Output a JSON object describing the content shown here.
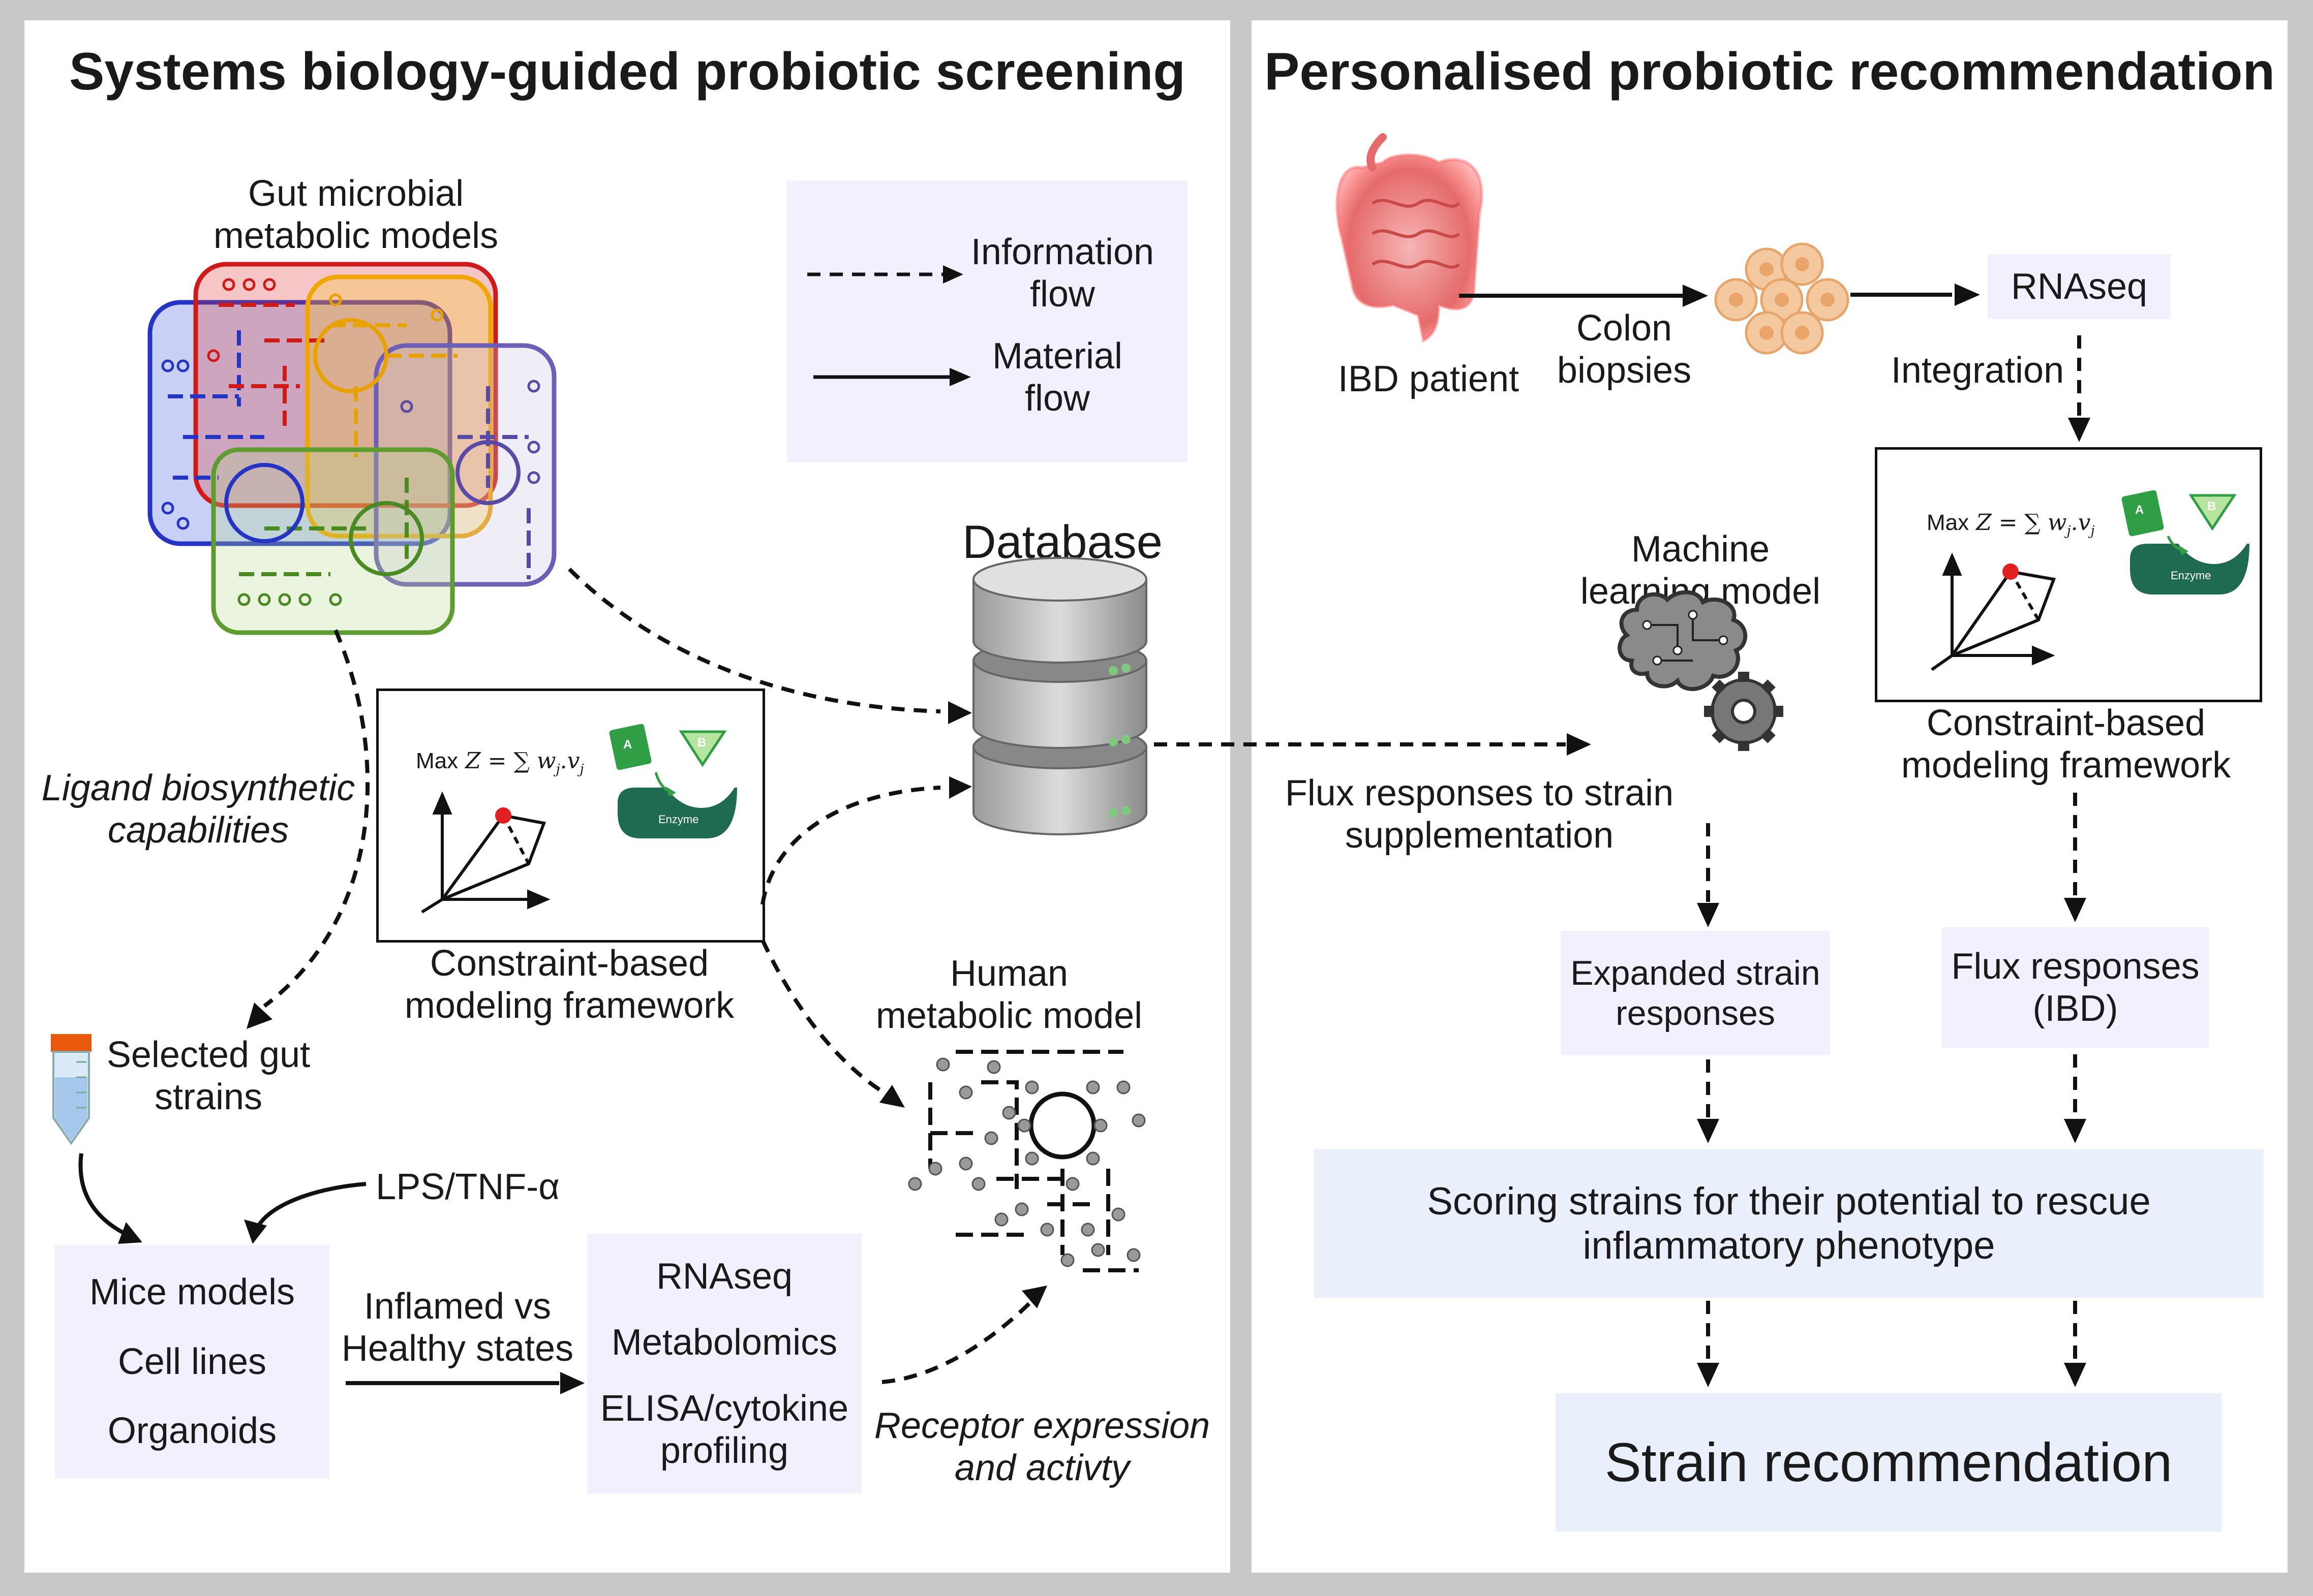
{
  "left_panel": {
    "title": "Systems biology-guided probiotic screening",
    "gut_models_label": "Gut microbial\nmetabolic models",
    "legend": {
      "information_flow": "Information\nflow",
      "material_flow": "Material\nflow"
    },
    "database_label": "Database",
    "cbm": {
      "formula_max": "Max",
      "formula_body": "Z = ∑ w",
      "enzyme_label": "Enzyme",
      "badge_a": "A",
      "badge_b": "B",
      "caption": "Constraint-based\nmodeling framework"
    },
    "ligand_label": "Ligand biosynthetic\ncapabilities",
    "selected_strains": "Selected gut\nstrains",
    "lps_label": "LPS/TNF-α",
    "models_box": [
      "Mice models",
      "Cell lines",
      "Organoids"
    ],
    "inflamed_label": "Inflamed vs\nHealthy states",
    "omics_box": [
      "RNAseq",
      "Metabolomics",
      "ELISA/cytokine\nprofiling"
    ],
    "human_model_label": "Human\nmetabolic model",
    "receptor_label": "Receptor expression\nand activty"
  },
  "right_panel": {
    "title": "Personalised probiotic recommendation",
    "ibd_patient": "IBD patient",
    "colon_biopsies": "Colon\nbiopsies",
    "rnaseq": "RNAseq",
    "integration": "Integration",
    "cbm": {
      "formula_max": "Max",
      "formula_body": "Z = ∑ w",
      "enzyme_label": "Enzyme",
      "badge_a": "A",
      "badge_b": "B",
      "caption": "Constraint-based\nmodeling framework"
    },
    "ml_label": "Machine\nlearning model",
    "flux_strain_label": "Flux responses to strain\nsupplementation",
    "expanded_box": "Expanded strain\nresponses",
    "flux_ibd_box": "Flux responses\n(IBD)",
    "scoring_box": "Scoring strains for their potential to rescue\ninflammatory phenotype",
    "recommendation_box": "Strain recommendation"
  }
}
